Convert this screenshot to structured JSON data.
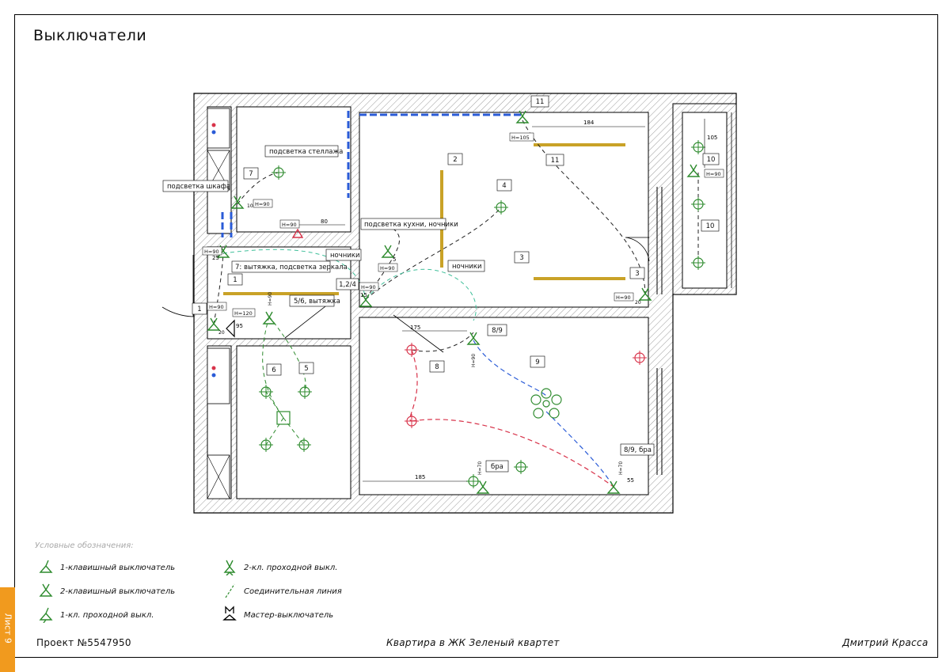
{
  "page_title": "Выключатели",
  "labels": {
    "podsvetka_stellazha": "подсветка стеллажа",
    "podsvetka_shkafa": "подсветка шкафа",
    "podsvetka_kukhni": "подсветка кухни, ночники",
    "nochniki_1": "ночники",
    "nochniki_2": "ночники",
    "vytyazhka_zerkala": "7: вытяжка, подсветка зеркала",
    "vytyazhka_56": "5/6, вытяжка",
    "bra": "бра",
    "bra_89": "8/9, бра"
  },
  "tags": {
    "t1a": "1",
    "t1b": "1",
    "t124": "1,2/4",
    "t2": "2",
    "t3a": "3",
    "t3b": "3",
    "t4": "4",
    "t5": "5",
    "t6": "6",
    "t7": "7",
    "t8": "8",
    "t89": "8/9",
    "t9": "9",
    "t10a": "10",
    "t10b": "10",
    "t11a": "11",
    "t11b": "11"
  },
  "heights": {
    "h105": "H=105",
    "h90a": "H=90",
    "h90b": "H=90",
    "h90c": "H=90",
    "h90d": "H=90",
    "h90e": "H=90",
    "h90f": "H=90",
    "h90g": "H=90",
    "h90h": "H=90",
    "h90v": "H=90",
    "h120": "H=120",
    "h70a": "H=70",
    "h70b": "H=70"
  },
  "dims": {
    "d184": "184",
    "d175": "175",
    "d185": "185",
    "d80": "80",
    "d105": "105",
    "d25": "25",
    "d95": "95",
    "d55": "55",
    "d15": "15",
    "d5": "5",
    "d10": "10",
    "d20": "20",
    "d20b": "20"
  },
  "legend": {
    "title": "Условные обозначения:",
    "items": [
      {
        "icon": "1-key-switch-icon",
        "label": "1-клавишный выключатель"
      },
      {
        "icon": "2-key-switch-icon",
        "label": "2-клавишный выключатель"
      },
      {
        "icon": "1-key-passthrough-switch-icon",
        "label": "1-кл. проходной выкл."
      },
      {
        "icon": "2-key-passthrough-switch-icon",
        "label": "2-кл. проходной выкл."
      },
      {
        "icon": "connection-line-icon",
        "label": "Соединительная линия"
      },
      {
        "icon": "master-switch-icon",
        "label": "Мастер-выключатель"
      }
    ]
  },
  "footer": {
    "project": "Проект №5547950",
    "name": "Квартира в ЖК Зеленый квартет",
    "author": "Дмитрий Красса"
  },
  "sheet_tab": "Лист 9",
  "colors": {
    "switch_green": "#2e8b2e",
    "line_blue": "#2a5bd7",
    "line_red": "#d8334a",
    "line_cyan": "#3fbf9a",
    "line_black": "#222222",
    "led_strip": "#c9a227",
    "sheet_tab": "#f19a1e"
  }
}
